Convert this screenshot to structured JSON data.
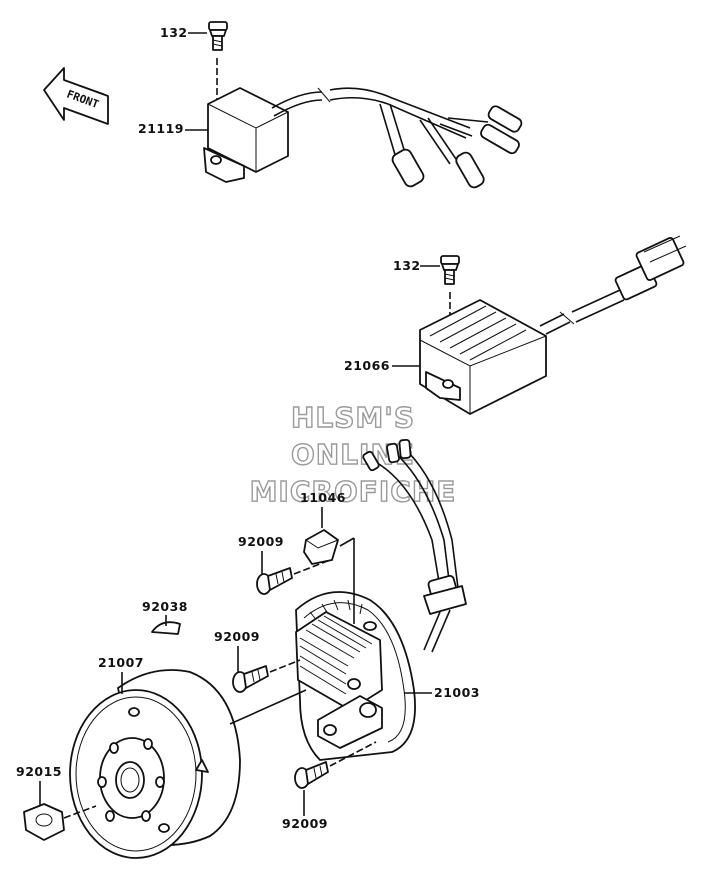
{
  "diagram": {
    "front_label": "FRONT",
    "watermark": [
      "HLSM'S",
      "ONLINE",
      "MICROFICHE"
    ],
    "callouts": {
      "bolt_cdi": "132",
      "cdi_unit": "21119",
      "bolt_regulator": "132",
      "regulator": "21066",
      "bracket": "11046",
      "screw_upper": "92009",
      "key": "92038",
      "screw_middle": "92009",
      "flywheel": "21007",
      "stator": "21003",
      "nut": "92015",
      "screw_lower": "92009"
    }
  }
}
